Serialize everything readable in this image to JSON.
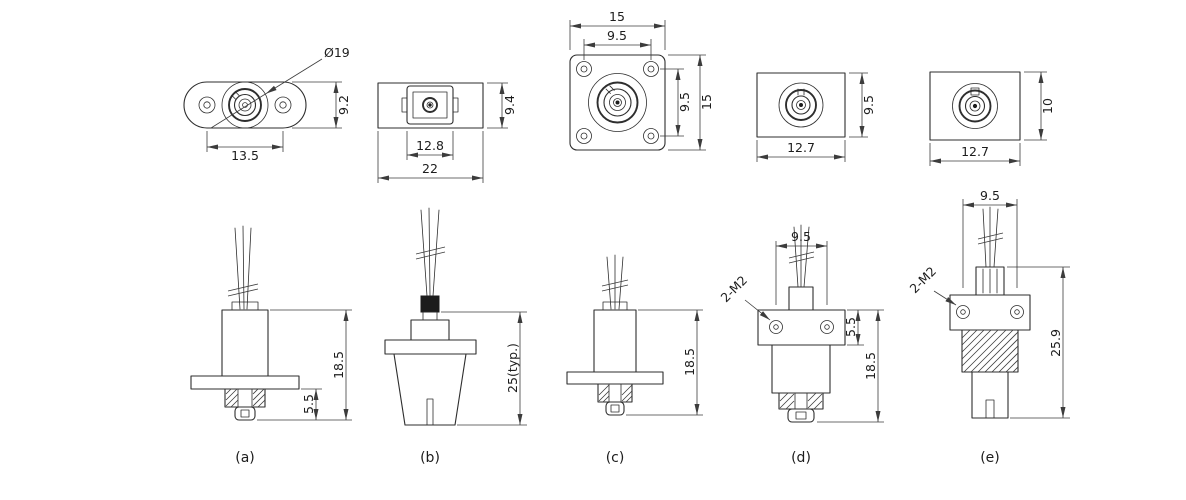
{
  "page": {
    "background": "#ffffff",
    "line_color": "#2e2e2e"
  },
  "figures": [
    {
      "caption": "(a)",
      "front": {
        "diameter": "Ø19",
        "hole_spacing": "13.5",
        "height": "9.2"
      },
      "side": {
        "total_height": "18.5",
        "tip_height": "5.5"
      }
    },
    {
      "caption": "(b)",
      "front": {
        "opening_width": "12.8",
        "flange_width": "22",
        "height": "9.4"
      },
      "side": {
        "total_height": "25(typ.)"
      }
    },
    {
      "caption": "(c)",
      "front": {
        "width": "15",
        "hole_spacing_x": "9.5",
        "hole_spacing_y": "9.5",
        "height": "15"
      },
      "side": {
        "total_height": "18.5"
      }
    },
    {
      "caption": "(d)",
      "front": {
        "width": "12.7",
        "height": "9.5"
      },
      "side": {
        "hole_spacing": "9.5",
        "screw_callout": "2-M2",
        "plate_thickness": "5.5",
        "total_height": "18.5"
      }
    },
    {
      "caption": "(e)",
      "front": {
        "width": "12.7",
        "height": "10"
      },
      "side": {
        "hole_spacing": "9.5",
        "screw_callout": "2-M2",
        "total_height": "25.9"
      }
    }
  ]
}
